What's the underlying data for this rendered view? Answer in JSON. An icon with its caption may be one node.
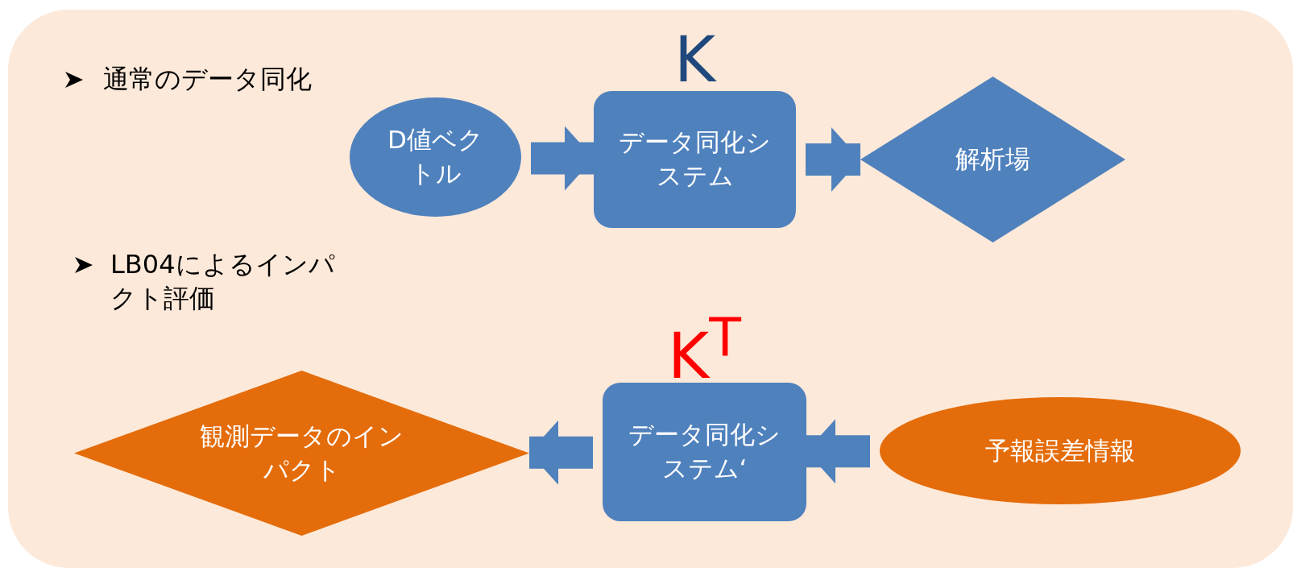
{
  "diagram": {
    "nodes": [
      {
        "text": [
          "D値ベクトル"
        ]
      },
      {
        "text": [
          "データ同化システム"
        ],
        "beside": [
          "K"
        ]
      },
      {
        "text": [
          "解析場"
        ]
      },
      {
        "text": [
          "観測データのインパクト"
        ]
      },
      {
        "text": [
          "データ同化システム‘"
        ],
        "beside": [
          "K$^{T}$"
        ]
      },
      {
        "text": [
          "予報誤差情報"
        ]
      }
    ],
    "edges": [
      {
        "from": 0,
        "to": 1,
        "arrow": "to"
      },
      {
        "from": 1,
        "to": 2,
        "arrow": "to"
      },
      {
        "from": 4,
        "to": 3,
        "arrow": "to"
      },
      {
        "from": 5,
        "to": 4,
        "arrow": "to"
      }
    ],
    "labels": [
      "通常のデータ同化",
      "LB04によるインパクト評価"
    ]
  }
}
